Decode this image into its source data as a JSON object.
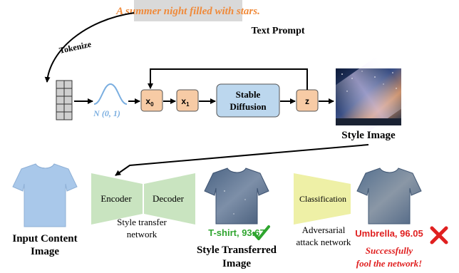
{
  "prompt": {
    "text": "A summer night filled with stars.",
    "label": "Text Prompt",
    "text_color": "#f08a3a",
    "box_color": "#d9d9d9"
  },
  "tokenize_label": "Tokenize",
  "noise_label": "N (0, 1)",
  "latents": {
    "x0": "x",
    "x0_sub": "0",
    "x1": "x",
    "x1_sub": "1",
    "z": "z"
  },
  "stable_diffusion": {
    "line1": "Stable",
    "line2": "Diffusion"
  },
  "style_image_label": "Style Image",
  "style_transfer": {
    "encoder": "Encoder",
    "decoder": "Decoder",
    "network_line1": "Style transfer",
    "network_line2": "network"
  },
  "input_content": {
    "line1": "Input Content",
    "line2": "Image"
  },
  "transferred": {
    "result": "T-shirt, 93.67",
    "line1": "Style Transferred",
    "line2": "Image"
  },
  "attack": {
    "classification": "Classification",
    "line1": "Adversarial",
    "line2": "attack network"
  },
  "adversarial": {
    "result": "Umbrella, 96.05",
    "note_line1": "Successfully",
    "note_line2": "fool the network!"
  },
  "colors": {
    "latent_fill": "#f7cba5",
    "diffusion_fill": "#bcd7ee",
    "noise_curve": "#7aaee0",
    "encoder_fill": "#c9e4c0",
    "classify_fill": "#eef0a6",
    "success_green": "#2ea52e",
    "fail_red": "#e02020"
  },
  "icons": [
    "check-icon",
    "cross-icon",
    "tshirt-icon",
    "night-sky-image"
  ]
}
